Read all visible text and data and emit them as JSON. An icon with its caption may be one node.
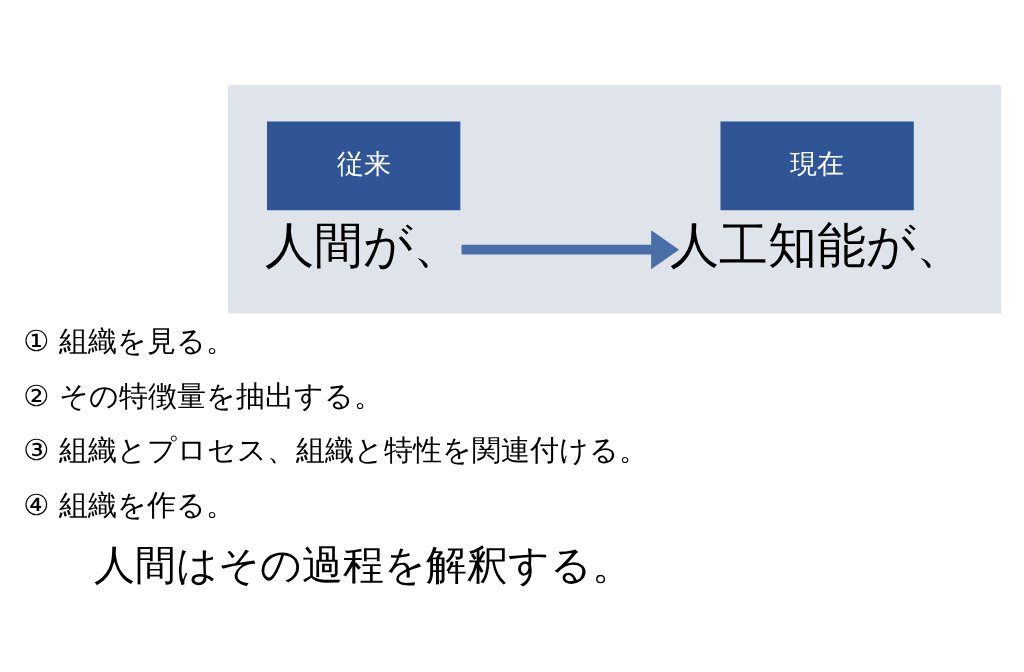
{
  "diagram": {
    "nodes": [
      {
        "text": [],
        "shape": "box"
      },
      {
        "text": [
          "従来"
        ],
        "in": 0
      },
      {
        "text": [
          "人間が、"
        ],
        "in": 0
      },
      {
        "text": [
          "現在"
        ],
        "in": 0
      },
      {
        "text": [
          "人工知能が、"
        ],
        "in": 0
      }
    ],
    "edges": [
      {
        "from": 2,
        "to": 4,
        "arrow": "to"
      }
    ],
    "labels": [
      "① 組織を見る。",
      "② その特徴量を抽出する。",
      "③ 組織とプロセス、組織と特性を関連付ける。",
      "④ 組織を作る。",
      "人間はその過程を解釈する。"
    ]
  }
}
